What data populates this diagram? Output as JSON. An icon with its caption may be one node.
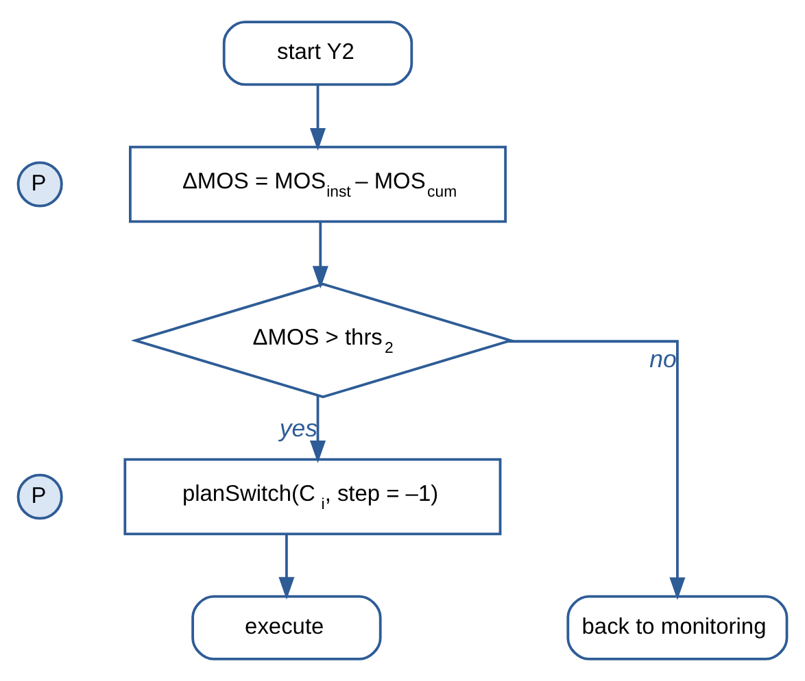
{
  "diagram": {
    "nodes": [
      {
        "text": [
          "start Y2"
        ]
      },
      {
        "text": [
          "P"
        ]
      },
      {
        "text": [
          "ΔMOS = MOS$_{inst}$ – MOS$_{cum}$"
        ]
      },
      {
        "text": [
          "ΔMOS > thrs$_{2}$"
        ]
      },
      {
        "text": [
          "P"
        ]
      },
      {
        "text": [
          "planSwitch(C$_{i}$, step = –1)"
        ]
      },
      {
        "text": [
          "execute"
        ]
      },
      {
        "text": [
          "back to monitoring"
        ]
      }
    ],
    "edges": [
      {
        "from": 0,
        "to": 2,
        "arrow": "to"
      },
      {
        "from": 2,
        "to": 3,
        "arrow": "to"
      },
      {
        "from": 3,
        "to": 5,
        "arrow": "to",
        "label": "yes"
      },
      {
        "from": 3,
        "to": 7,
        "arrow": "to",
        "label": "no"
      },
      {
        "from": 5,
        "to": 6,
        "arrow": "to"
      }
    ]
  }
}
